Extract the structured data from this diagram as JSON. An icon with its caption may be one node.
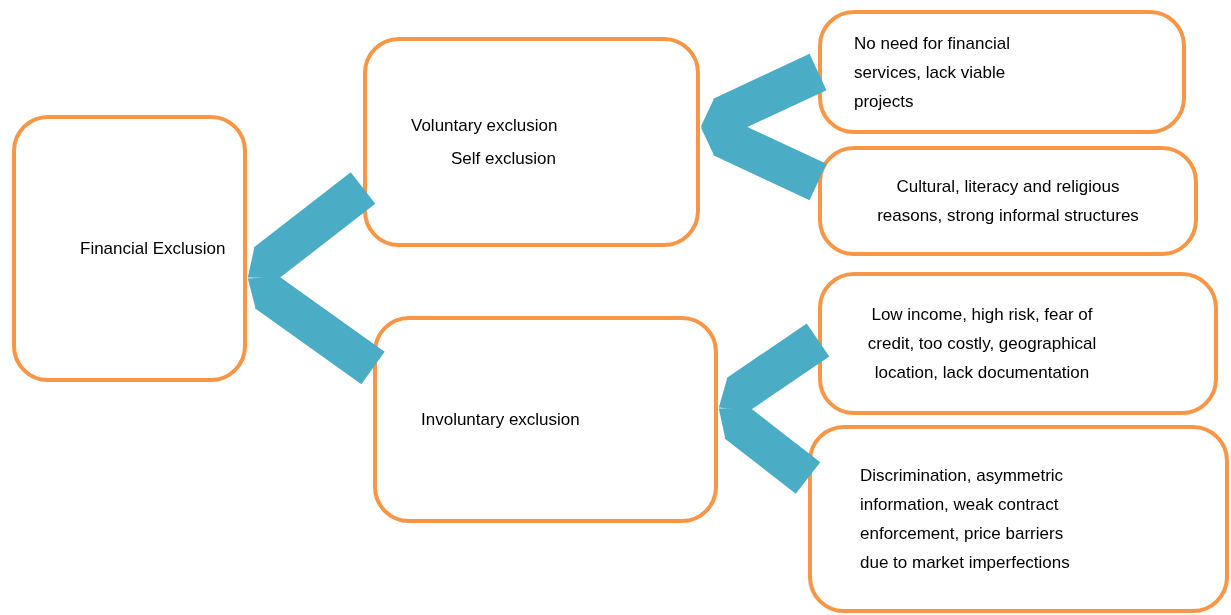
{
  "diagram": {
    "nodes": [
      {
        "text": [
          "Financial Exclusion"
        ]
      },
      {
        "text": [
          "Voluntary exclusion",
          "Self exclusion"
        ]
      },
      {
        "text": [
          "Involuntary exclusion"
        ]
      },
      {
        "text": [
          "No need for financial services, lack viable projects"
        ]
      },
      {
        "text": [
          "Cultural, literacy and religious reasons, strong informal structures"
        ]
      },
      {
        "text": [
          "Low income, high risk, fear of credit, too costly, geographical location, lack documentation"
        ]
      },
      {
        "text": [
          "Discrimination, asymmetric information, weak contract enforcement, price barriers due to market imperfections"
        ]
      }
    ],
    "edges": [
      {
        "from": 1,
        "to": 0,
        "arrow": "to"
      },
      {
        "from": 2,
        "to": 0,
        "arrow": "to"
      },
      {
        "from": 3,
        "to": 1,
        "arrow": "to"
      },
      {
        "from": 4,
        "to": 1,
        "arrow": "to"
      },
      {
        "from": 5,
        "to": 2,
        "arrow": "to"
      },
      {
        "from": 6,
        "to": 2,
        "arrow": "to"
      }
    ]
  }
}
